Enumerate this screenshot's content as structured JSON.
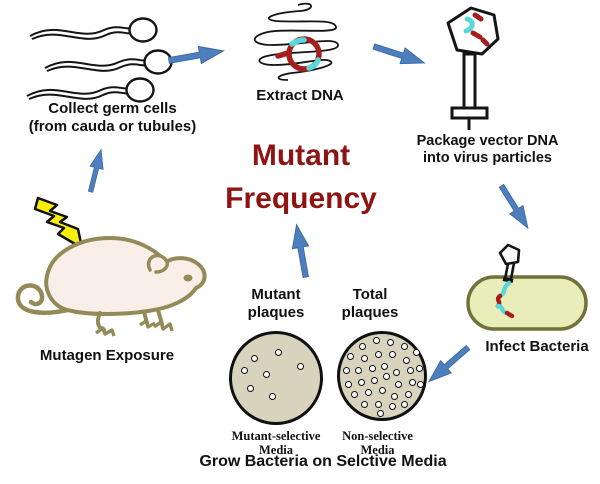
{
  "title": {
    "line1": "Mutant",
    "line2": "Frequency"
  },
  "steps": {
    "collect": {
      "line1": "Collect germ cells",
      "line2": "(from cauda or tubules)"
    },
    "extract": {
      "label": "Extract DNA"
    },
    "package": {
      "line1": "Package vector DNA",
      "line2": "into virus particles"
    },
    "infect": {
      "label": "Infect Bacteria"
    },
    "mutagen": {
      "label": "Mutagen Exposure"
    },
    "grow": {
      "label": "Grow Bacteria on Selctive Media"
    }
  },
  "dishes": {
    "left": {
      "top1": "Mutant",
      "top2": "plaques",
      "bottom1": "Mutant-selective",
      "bottom2": "Media",
      "dots": [
        [
          -22,
          -20
        ],
        [
          2,
          -26
        ],
        [
          -32,
          -8
        ],
        [
          -10,
          -4
        ],
        [
          -26,
          10
        ],
        [
          -4,
          18
        ],
        [
          24,
          -12
        ]
      ]
    },
    "right": {
      "top1": "Total",
      "top2": "plaques",
      "bottom1": "Non-selective",
      "bottom2": "Media",
      "dots": [
        [
          -6,
          -36
        ],
        [
          8,
          -34
        ],
        [
          22,
          -30
        ],
        [
          -20,
          -30
        ],
        [
          -32,
          -20
        ],
        [
          -18,
          -18
        ],
        [
          -4,
          -22
        ],
        [
          10,
          -22
        ],
        [
          24,
          -16
        ],
        [
          34,
          -24
        ],
        [
          -36,
          -6
        ],
        [
          -24,
          -6
        ],
        [
          -10,
          -8
        ],
        [
          2,
          -10
        ],
        [
          14,
          -4
        ],
        [
          28,
          -6
        ],
        [
          37,
          -8
        ],
        [
          -34,
          8
        ],
        [
          -21,
          6
        ],
        [
          -8,
          4
        ],
        [
          4,
          0
        ],
        [
          16,
          8
        ],
        [
          30,
          6
        ],
        [
          38,
          8
        ],
        [
          -28,
          18
        ],
        [
          -14,
          16
        ],
        [
          0,
          14
        ],
        [
          12,
          20
        ],
        [
          26,
          18
        ],
        [
          -18,
          28
        ],
        [
          -4,
          28
        ],
        [
          10,
          30
        ],
        [
          22,
          28
        ],
        [
          -2,
          37
        ]
      ]
    }
  },
  "icons": [
    "sperm-icon",
    "dna-icon",
    "phage-icon",
    "bacteria-icon",
    "mouse-icon",
    "lightning-icon",
    "petri-dish-icon",
    "arrow-icon"
  ],
  "colors": {
    "arrow": "#4d7fbe",
    "arrow_edge": "#3b69a3",
    "title": "#8e1414",
    "dish_fill": "#d8d3bc",
    "bacteria_fill": "#e9edb9",
    "bacteria_stroke": "#71713a",
    "mouse_fill": "#faeee8",
    "mouse_stroke": "#948a58",
    "lightning": "#f7ee0e",
    "dna_red": "#a51e1e",
    "dna_cyan": "#58d8d8",
    "ink": "#141414"
  }
}
